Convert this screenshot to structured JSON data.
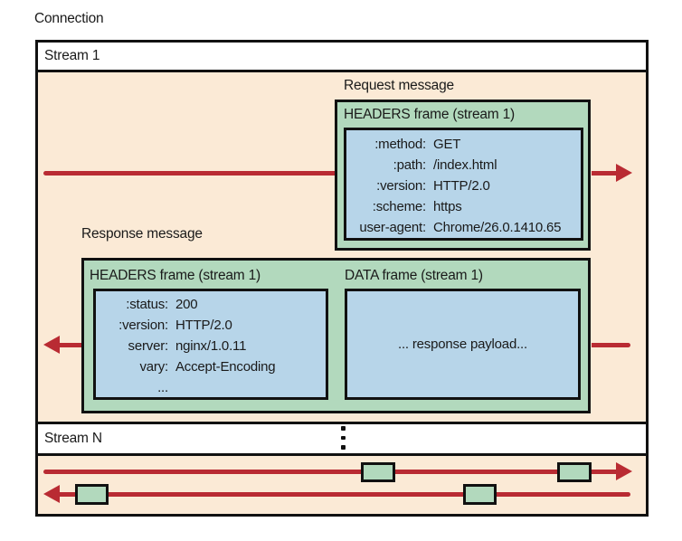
{
  "colors": {
    "stream_fill": "#fbead6",
    "frame_fill": "#b2d9bd",
    "message_fill": "#b7d5e9",
    "arrow_red": "#b92b33",
    "border": "#111111",
    "background": "#ffffff"
  },
  "connection": {
    "label": "Connection"
  },
  "stream1": {
    "label": "Stream 1",
    "request": {
      "label": "Request message",
      "frame_title": "HEADERS frame (stream 1)",
      "headers": [
        {
          "key": ":method:",
          "value": "GET"
        },
        {
          "key": ":path:",
          "value": "/index.html"
        },
        {
          "key": ":version:",
          "value": "HTTP/2.0"
        },
        {
          "key": ":scheme:",
          "value": "https"
        },
        {
          "key": "user-agent:",
          "value": "Chrome/26.0.1410.65"
        }
      ]
    },
    "response": {
      "label": "Response message",
      "headers_frame_title": "HEADERS frame (stream 1)",
      "headers": [
        {
          "key": ":status:",
          "value": "200"
        },
        {
          "key": ":version:",
          "value": "HTTP/2.0"
        },
        {
          "key": "server:",
          "value": "nginx/1.0.11"
        },
        {
          "key": "vary:",
          "value": "Accept-Encoding"
        },
        {
          "key": "...",
          "value": ""
        }
      ],
      "data_frame_title": "DATA frame (stream 1)",
      "payload_text": "... response payload..."
    }
  },
  "streamN": {
    "label": "Stream N",
    "ellipsis": "⋮"
  }
}
